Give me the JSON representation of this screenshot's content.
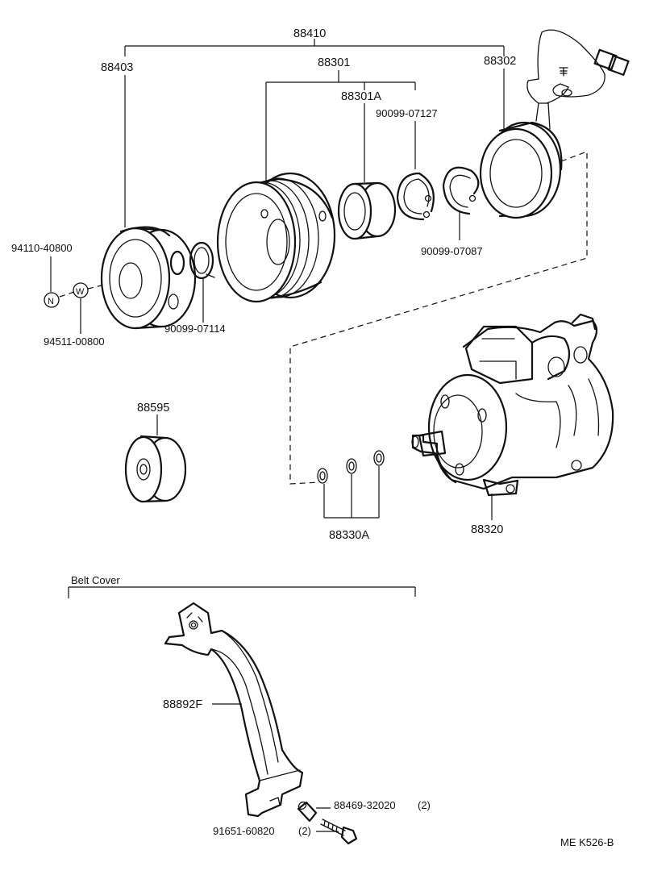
{
  "labels": {
    "assy": "88410",
    "hub": "88403",
    "pulley_assy": "88301",
    "coil": "88302",
    "bearing": "88301A",
    "snap_ring_a": "90099-07127",
    "snap_ring_b": "90099-07087",
    "nut": "94110-40800",
    "washer": "94511-00800",
    "snap_ring_c": "90099-07114",
    "idler": "88595",
    "compressor": "88320",
    "orings": "88330A",
    "belt_cover_heading": "Belt Cover",
    "belt_cover": "88892F",
    "spacer": "88469-32020",
    "spacer_qty": "(2)",
    "bolt": "91651-60820",
    "bolt_qty": "(2)",
    "nut_symbol": "N",
    "washer_symbol": "W",
    "figure_code": "ME K526-B"
  }
}
